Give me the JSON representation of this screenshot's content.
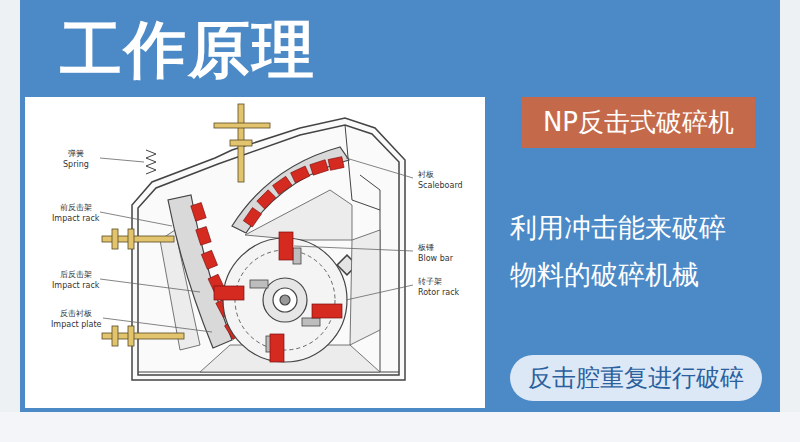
{
  "diagram": {
    "title": "工作原理",
    "nodes": [
      {
        "text": [
          "NP反击式破碎机"
        ]
      },
      {
        "text": [
          "反击腔重复进行破碎"
        ]
      }
    ],
    "labels": [
      "利用冲击能来破碎 物料的破碎机械",
      "弹簧",
      "Spring",
      "前反击架",
      "Impact rack",
      "后反击架",
      "Impact rack",
      "反击衬板",
      "Impact plate",
      "衬板",
      "Scaleboard",
      "板锤",
      "Blow bar",
      "转子架",
      "Rotor rack"
    ]
  }
}
